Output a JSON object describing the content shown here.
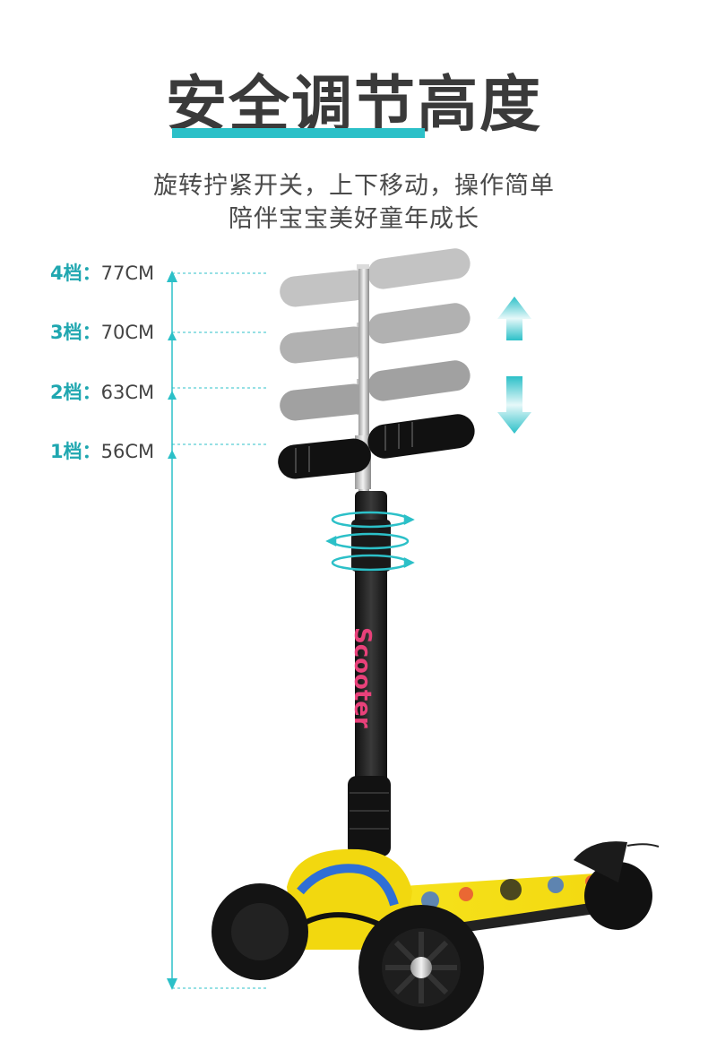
{
  "header": {
    "title": "安全调节高度",
    "subtitle_line1": "旋转拧紧开关，上下移动，操作简单",
    "subtitle_line2": "陪伴宝宝美好童年成长"
  },
  "levels": [
    {
      "name": "4档：",
      "value": "77CM"
    },
    {
      "name": "3档：",
      "value": "70CM"
    },
    {
      "name": "2档：",
      "value": "63CM"
    },
    {
      "name": "1档：",
      "value": "56CM"
    }
  ],
  "scooter": {
    "stem_text": "Scooter"
  },
  "colors": {
    "accent": "#2cc0c8",
    "label": "#1fa7b0",
    "title": "#3a3a3a",
    "text": "#4a4a4a"
  },
  "icons": [
    "adjust-up-down-arrow-icon",
    "rotate-lock-icon"
  ]
}
